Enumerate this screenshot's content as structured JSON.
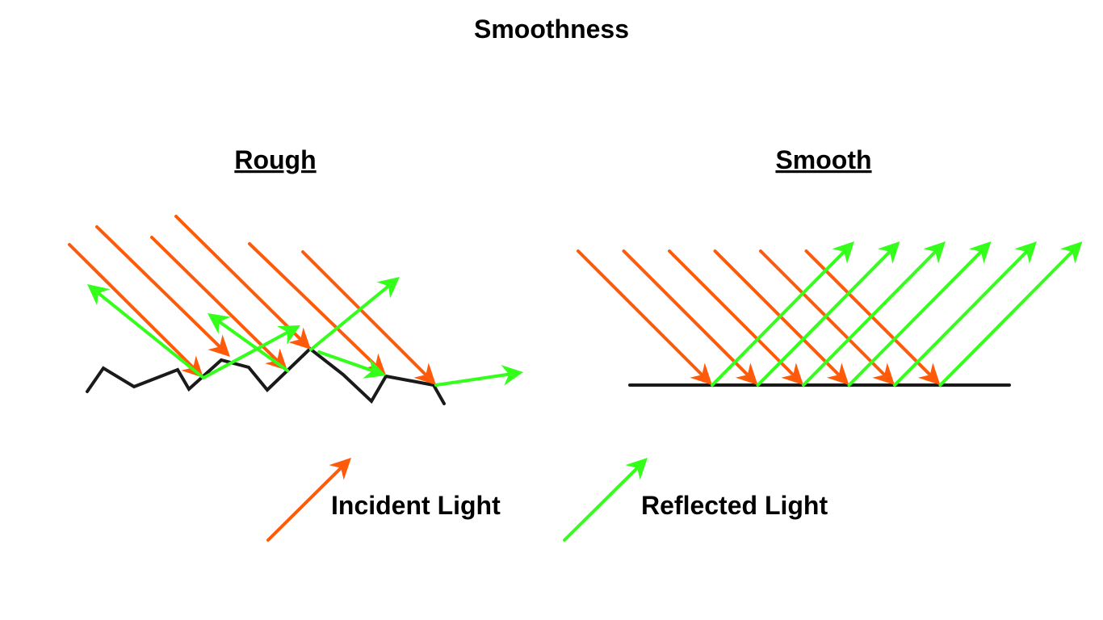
{
  "title": "Smoothness",
  "panels": {
    "rough": {
      "title": "Rough"
    },
    "smooth": {
      "title": "Smooth"
    }
  },
  "legend": {
    "incident": {
      "label": "Incident Light",
      "icon": "orange-arrow-icon"
    },
    "reflected": {
      "label": "Reflected Light",
      "icon": "green-arrow-icon"
    }
  },
  "colors": {
    "incident": "#ff5a0a",
    "reflected": "#33ff1a",
    "surface": "#1a1a1a",
    "text": "#000000"
  }
}
